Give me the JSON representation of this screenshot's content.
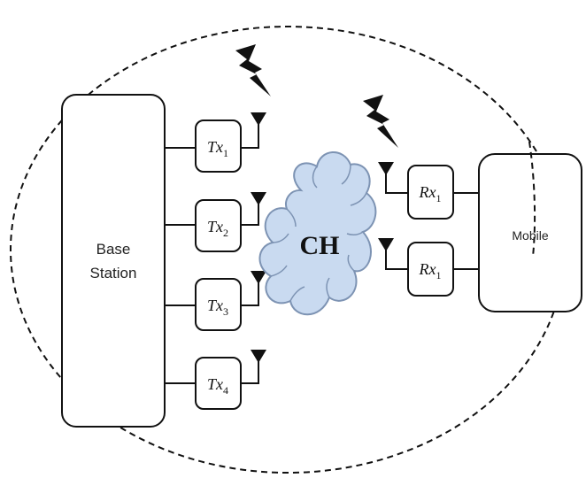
{
  "diagram": {
    "base_station_label": [
      "Base",
      "Station"
    ],
    "mobile_label": "Mobile",
    "channel_label": "CH",
    "transmitters": [
      {
        "var": "Tx",
        "sub": "1"
      },
      {
        "var": "Tx",
        "sub": "2"
      },
      {
        "var": "Tx",
        "sub": "3"
      },
      {
        "var": "Tx",
        "sub": "4"
      }
    ],
    "receivers": [
      {
        "var": "Rx",
        "sub": "1"
      },
      {
        "var": "Rx",
        "sub": "1"
      }
    ],
    "colors": {
      "cloud_fill": "#c9daf0",
      "cloud_stroke": "#7d93b3",
      "line": "#111111"
    }
  }
}
